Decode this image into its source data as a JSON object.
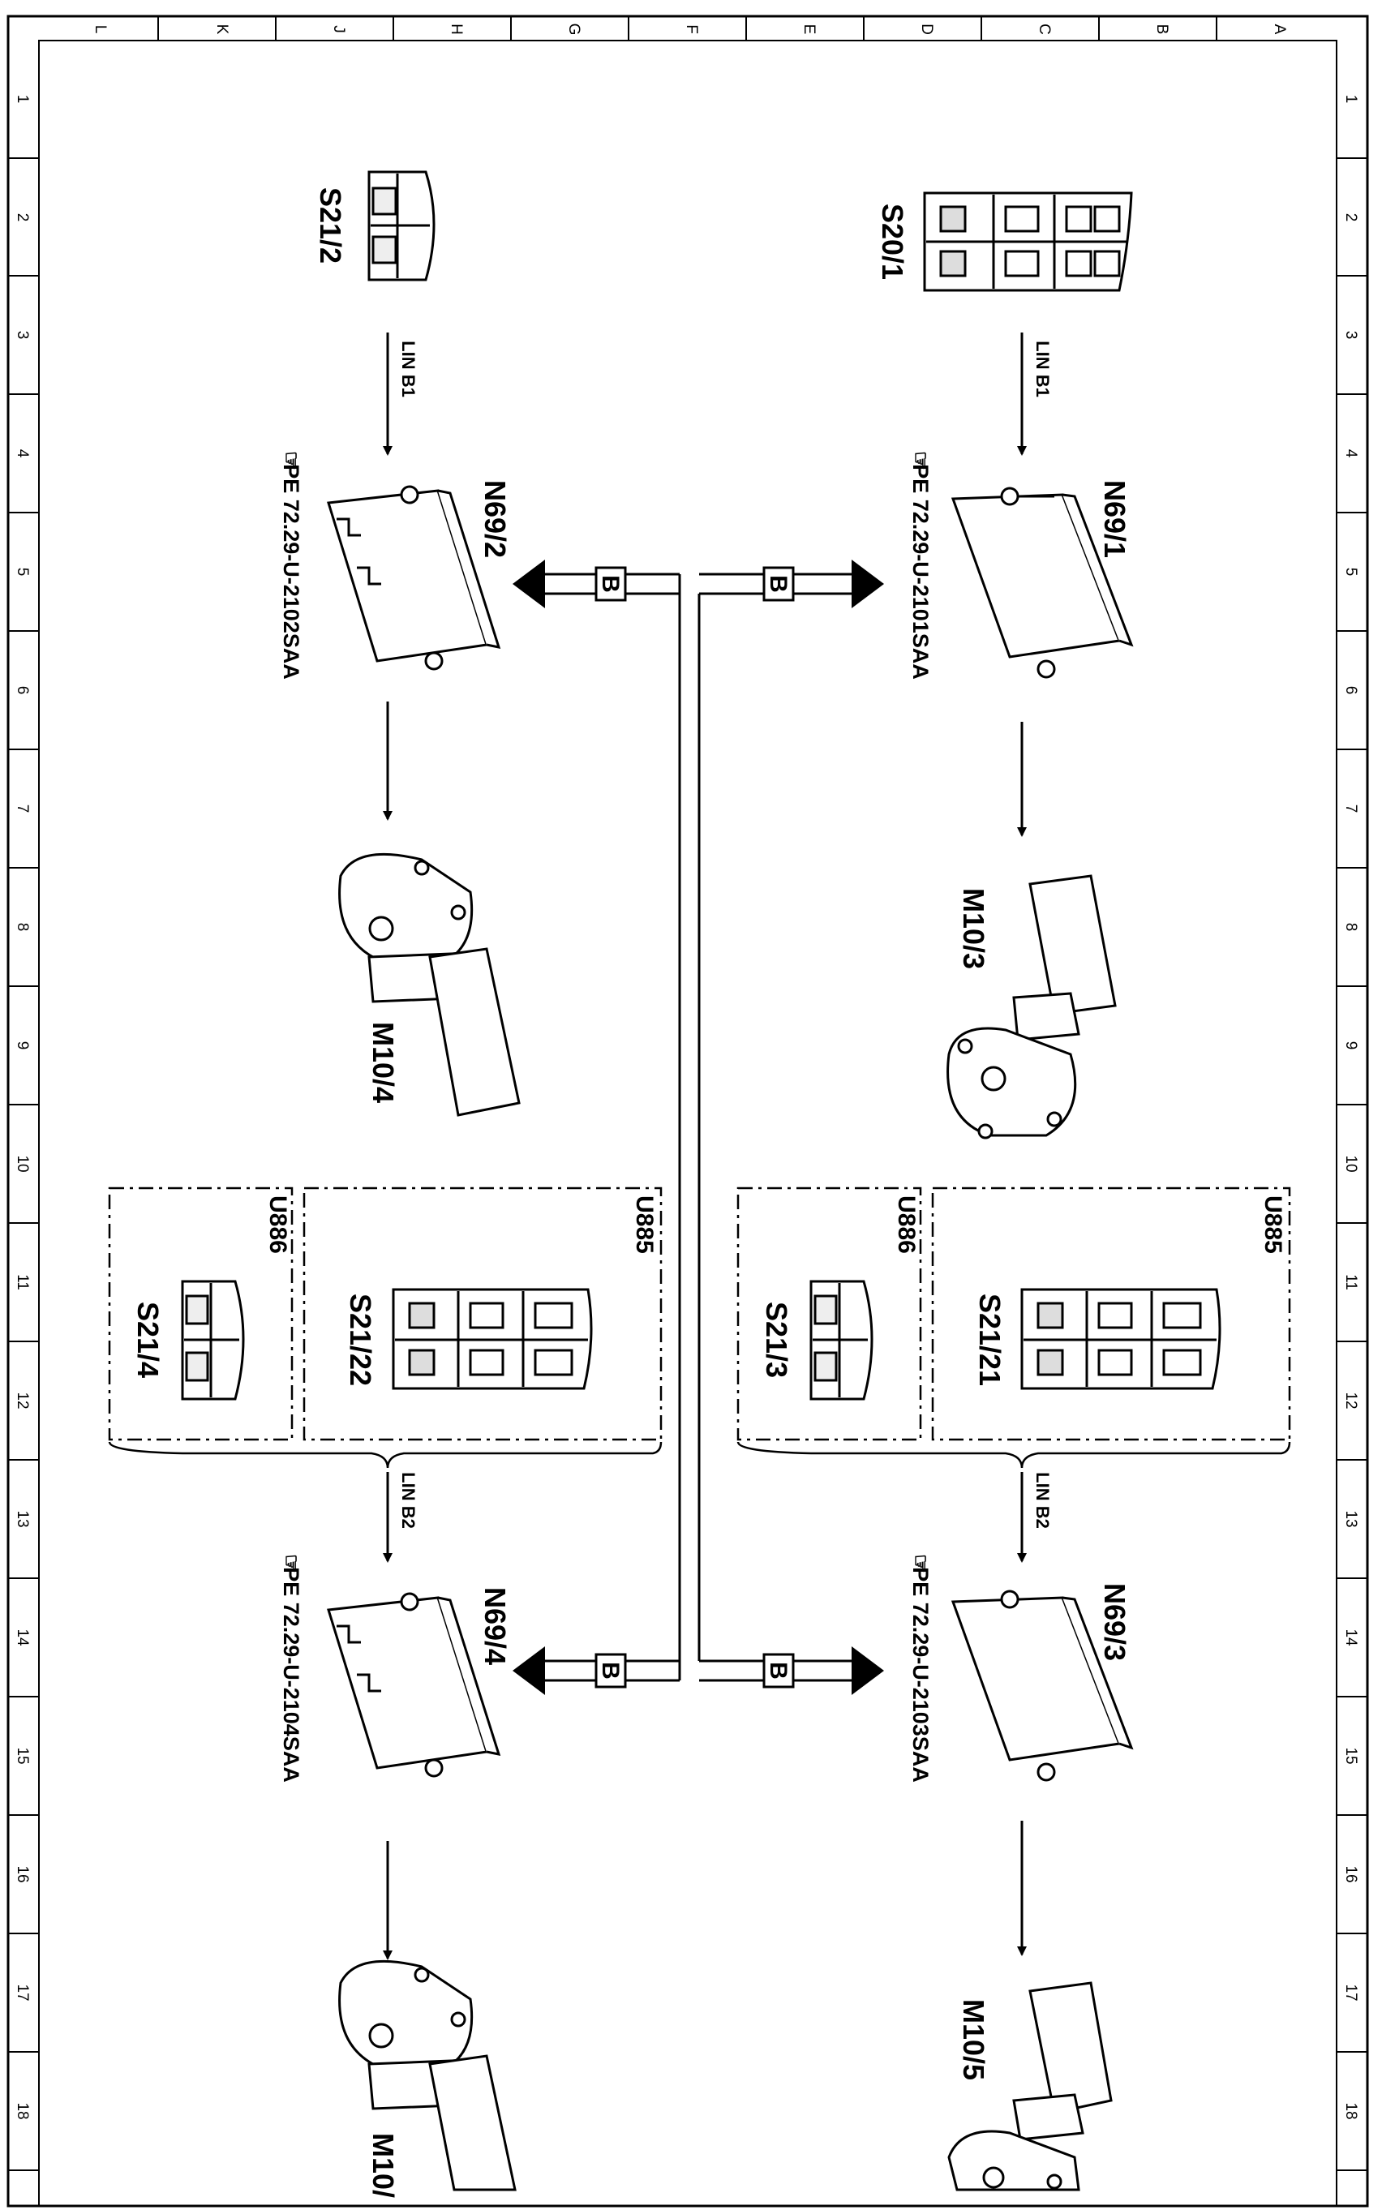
{
  "grid": {
    "cols": [
      "L",
      "K",
      "J",
      "H",
      "G",
      "F",
      "E",
      "D",
      "C",
      "B",
      "A"
    ],
    "rows": [
      "1",
      "2",
      "3",
      "4",
      "5",
      "6",
      "7",
      "8",
      "9",
      "10",
      "11",
      "12",
      "13",
      "14",
      "15",
      "16",
      "17",
      "18"
    ]
  },
  "components": {
    "s20_1": "S20/1",
    "s21_2": "S21/2",
    "n69_1": "N69/1",
    "n69_2": "N69/2",
    "n69_3": "N69/3",
    "n69_4": "N69/4",
    "m10_3": "M10/3",
    "m10_4": "M10/4",
    "m10_5": "M10/5",
    "m10_6": "M10/",
    "s21_21": "S21/21",
    "s21_22": "S21/22",
    "s21_3": "S21/3",
    "s21_4": "S21/4"
  },
  "codes": {
    "u885": "U885",
    "u886": "U886"
  },
  "refs": {
    "n69_1": "PE 72.29-U-2101SAA",
    "n69_2": "PE 72.29-U-2102SAA",
    "n69_3": "PE 72.29-U-2103SAA",
    "n69_4": "PE 72.29-U-2104SAA",
    "hand_icon": "pointing-hand-icon"
  },
  "bus": {
    "lin_b1": "LIN B1",
    "lin_b2": "LIN B2",
    "can_b": "B"
  },
  "colors": {
    "line": "#000000",
    "paper": "#ffffff",
    "fill": "#f2f2f2"
  }
}
